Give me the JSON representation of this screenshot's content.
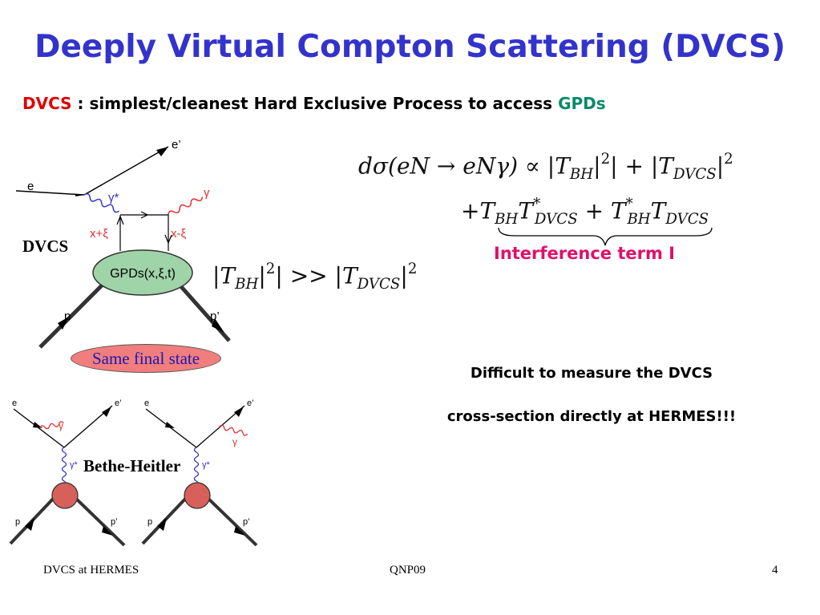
{
  "title": "Deeply Virtual Compton Scattering (DVCS)",
  "subtitle": {
    "dvcs": "DVCS",
    "middle": " : simplest/cleanest Hard Exclusive Process to access ",
    "gpds": "GPDs"
  },
  "equations": {
    "eq1": {
      "d_sigma": "dσ(eN → eNγ) ∝ |T",
      "bh": "BH",
      "plus": "| + |T",
      "dvcs": "DVCS",
      "close": "|"
    },
    "eq2": {
      "p1": "+T",
      "bh": "BH",
      "t": "T",
      "dvcs": "DVCS",
      "p2": " + T",
      "bh2": "BH",
      "t2": "T",
      "dvcs2": "DVCS"
    },
    "eq3": {
      "p1": "|T",
      "bh": "BH",
      "p2": "| >> |T",
      "dvcs": "DVCS",
      "p3": "|"
    }
  },
  "interference_label": "Interference term I",
  "difficult_line1": "Difficult to measure the DVCS",
  "difficult_line2": "cross-section directly at HERMES!!!",
  "dvcs_diagram": {
    "label": "DVCS",
    "e_in": "e",
    "e_out": "e’",
    "gamma_star": "γ*",
    "gamma": "γ",
    "x_plus": "x+ξ",
    "x_minus": "x-ξ",
    "blob": "GPDs(x,ξ,t)",
    "p_in": "p",
    "p_out": "p’"
  },
  "same_final_state": "Same final state",
  "bh_label": "Bethe-Heitler",
  "bh_diagrams": {
    "e_in": "e",
    "e_out": "e’",
    "gamma": "γ",
    "gamma_star": "γ*",
    "p_in": "p",
    "p_out": "p’"
  },
  "colors": {
    "title": "#3333cc",
    "dvcs_red": "#e00000",
    "gpds_teal": "#0a8a6a",
    "interference": "#e0106a",
    "blob_green": "#9fd3a8",
    "bh_blob": "#d8605a",
    "virtual_photon": "#3333cc",
    "real_photon": "#e03030"
  },
  "footer": {
    "left": "DVCS at HERMES",
    "center": "QNP09",
    "page": "4"
  }
}
